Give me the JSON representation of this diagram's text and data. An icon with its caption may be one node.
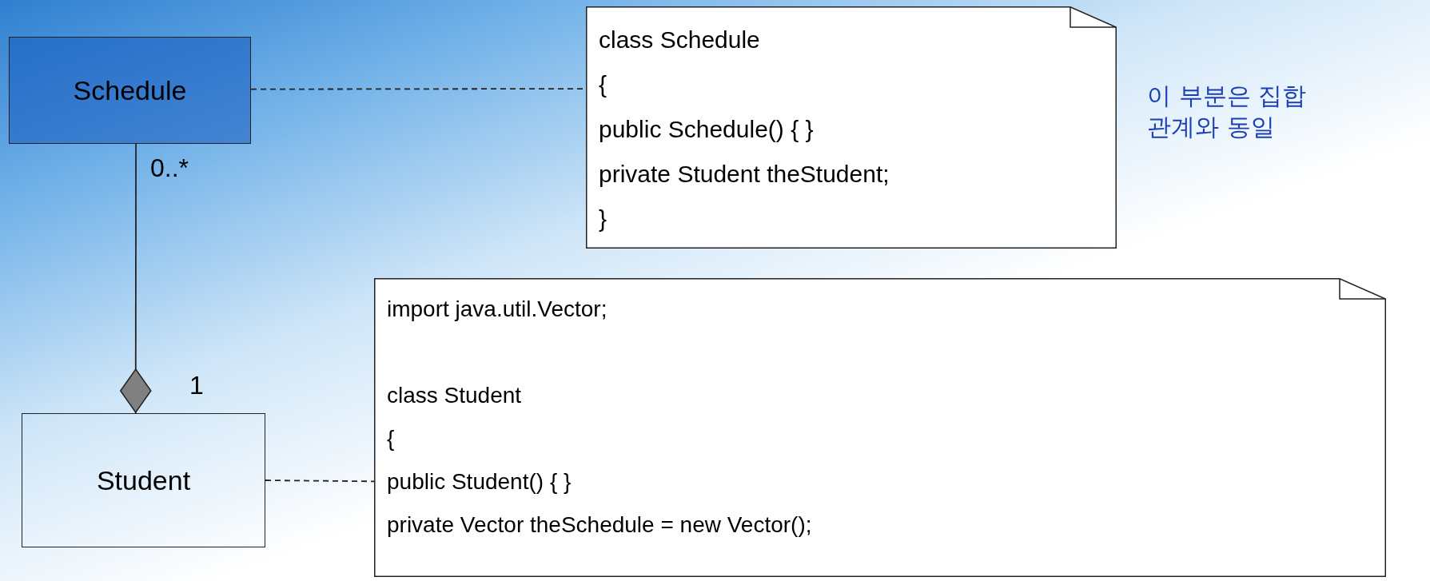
{
  "diagram": {
    "nodes": [
      {
        "text": [
          "Schedule"
        ]
      },
      {
        "text": [
          "Student"
        ]
      },
      {
        "text": [
          "class Schedule",
          "{",
          "public Schedule() { }",
          "private Student theStudent;",
          "}"
        ]
      },
      {
        "text": [
          "import java.util.Vector;",
          "class Student",
          "{",
          "public Student() { }",
          "private Vector theSchedule = new Vector();"
        ]
      }
    ],
    "edges": [
      {
        "from": 0,
        "to": 2,
        "arrow": "none",
        "style": "dashed"
      },
      {
        "from": 1,
        "to": 3,
        "arrow": "none",
        "style": "dashed"
      },
      {
        "from": 0,
        "to": 1,
        "arrow": "other"
      }
    ],
    "labels": [
      "0..*",
      "1",
      "이 부분은 집합 관계와 동일"
    ]
  }
}
